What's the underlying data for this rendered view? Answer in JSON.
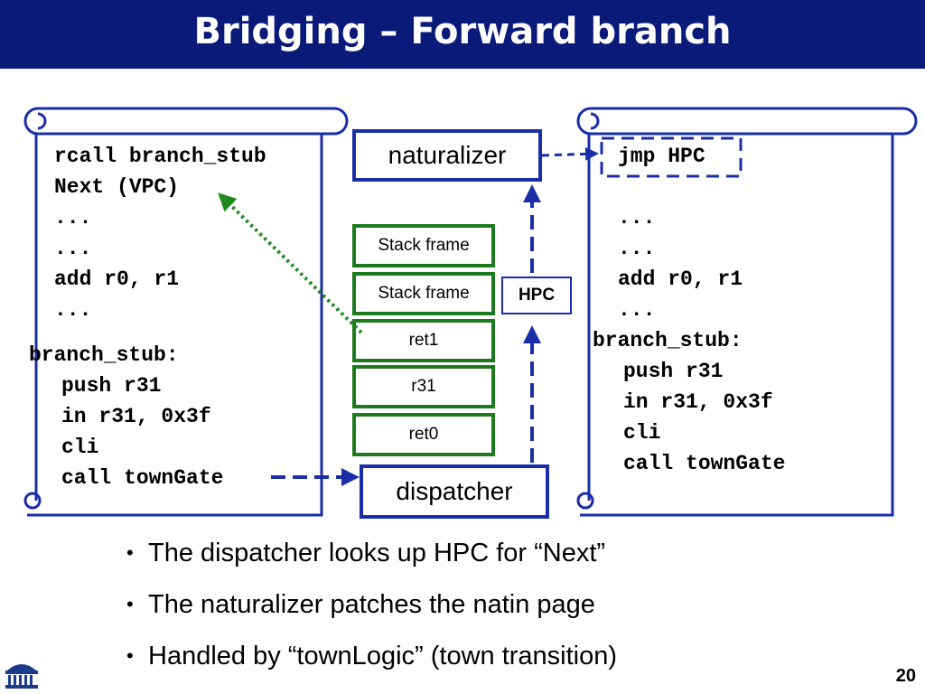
{
  "slide": {
    "title": "Bridging – Forward branch",
    "page_number": "20"
  },
  "left_scroll": {
    "lines": [
      "rcall branch_stub",
      "Next (VPC)",
      "...",
      "...",
      "add r0, r1",
      "...",
      "branch_stub:",
      "push r31",
      "in r31, 0x3f",
      "cli",
      "call townGate"
    ]
  },
  "right_scroll": {
    "jump": "jmp HPC",
    "lines": [
      "...",
      "...",
      "add r0, r1",
      "...",
      "branch_stub:",
      "push r31",
      "in r31, 0x3f",
      "cli",
      "call townGate"
    ]
  },
  "middle": {
    "naturalizer": "naturalizer",
    "dispatcher": "dispatcher",
    "hpc": "HPC",
    "stack": [
      "Stack frame",
      "Stack frame",
      "ret1",
      "r31",
      "ret0"
    ]
  },
  "bullets": [
    "The dispatcher looks up HPC for “Next”",
    "The naturalizer patches the natin page",
    "Handled by “townLogic” (town transition)"
  ],
  "bullet_symbol": "•",
  "colors": {
    "title_bg": "#0a1a78",
    "scroll_outline": "#1a2ea8",
    "box_blue": "#1a2ea8",
    "box_green": "#1e7a1e",
    "dashed_arrow": "#1a2ea8",
    "dotted_arrow": "#1e8a1e"
  },
  "icons": {
    "logo": "rotunda-logo-icon"
  }
}
